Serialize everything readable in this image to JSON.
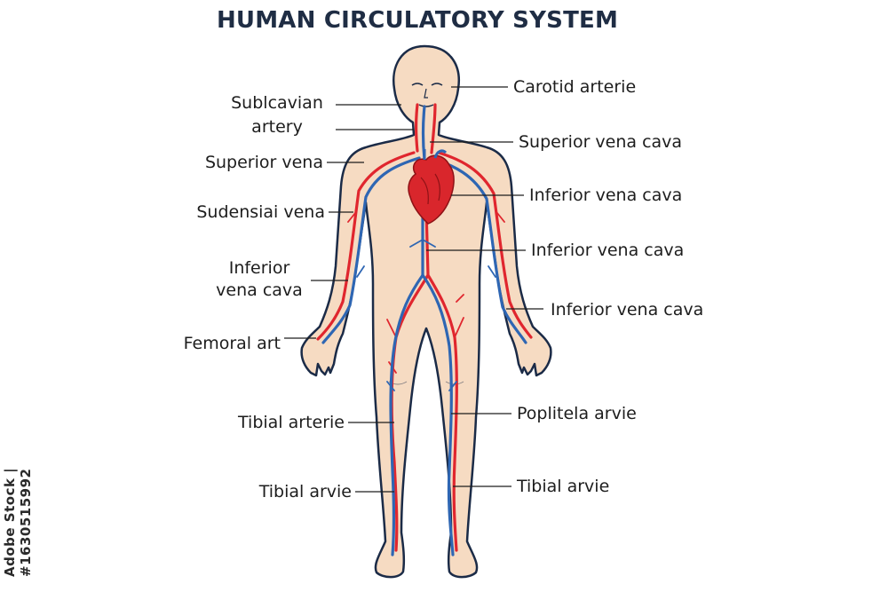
{
  "title": "HUMAN CIRCULATORY SYSTEM",
  "labels_left": {
    "subclavian_line1": "Sublcavian",
    "subclavian_line2": "artery",
    "superior_vena": "Superior vena",
    "sudensiai_vena": "Sudensiai vena",
    "inferior_line1": "Inferior",
    "inferior_line2": "vena cava",
    "femoral_art": "Femoral art",
    "tibial_arterie": "Tibial arterie",
    "tibial_arvie": "Tibial arvie"
  },
  "labels_right": {
    "carotid": "Carotid arterie",
    "superior_vena_cava": "Superior vena cava",
    "inferior_vena_cava_1": "Inferior vena cava",
    "inferior_vena_cava_2": "Inferior vena cava",
    "inferior_vena_cava_3": "Inferior vena cava",
    "poplitela": "Poplitela  arvie",
    "tibial_arvie": "Tibial arvie"
  },
  "watermark": "Adobe Stock | #1630515992",
  "colors": {
    "skin": "#f6dbc2",
    "outline": "#1b2b47",
    "artery": "#e0262e",
    "vein": "#2e66b3",
    "heart": "#d9262c"
  }
}
